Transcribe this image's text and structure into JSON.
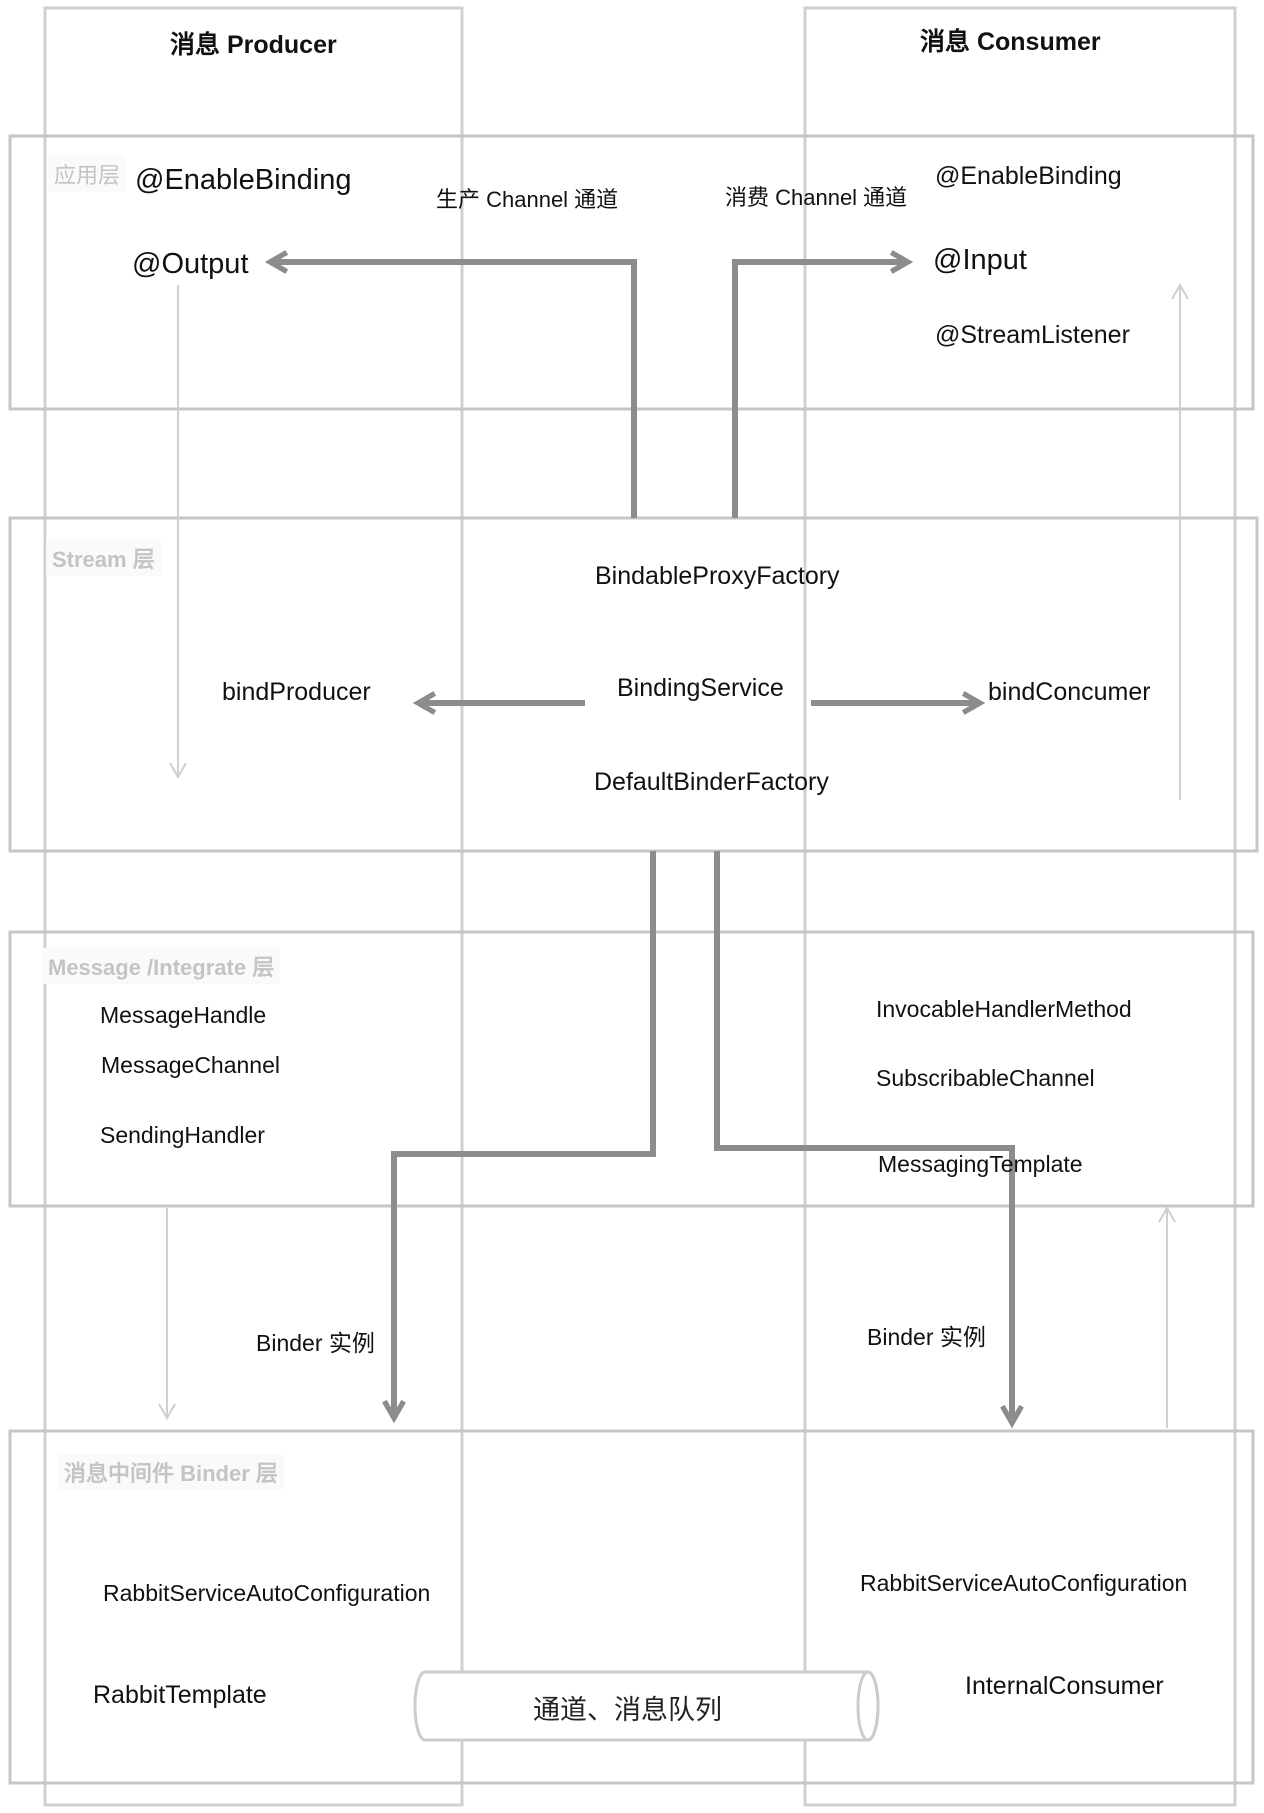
{
  "columns": {
    "producer": "消息 Producer",
    "consumer": "消息 Consumer"
  },
  "layers": {
    "app": "应用层",
    "stream": "Stream 层",
    "message": "Message /Integrate 层",
    "binder": "消息中间件 Binder 层"
  },
  "app_layer": {
    "producer_binding": "@EnableBinding",
    "producer_output": "@Output",
    "producer_channel": "生产 Channel 通道",
    "consumer_channel": "消费 Channel 通道",
    "consumer_binding": "@EnableBinding",
    "consumer_input": "@Input",
    "consumer_listener": "@StreamListener"
  },
  "stream_layer": {
    "proxy_factory": "BindableProxyFactory",
    "bind_producer": "bindProducer",
    "binding_service": "BindingService",
    "bind_consumer": "bindConcumer",
    "binder_factory": "DefaultBinderFactory"
  },
  "message_layer": {
    "producer_items": [
      "MessageHandle",
      "MessageChannel",
      "SendingHandler"
    ],
    "consumer_items": [
      "InvocableHandlerMethod",
      "SubscribableChannel",
      "MessagingTemplate"
    ]
  },
  "binder_instance": {
    "producer": "Binder 实例",
    "consumer": "Binder 实例"
  },
  "binder_layer": {
    "producer_config": "RabbitServiceAutoConfiguration",
    "producer_template": "RabbitTemplate",
    "queue": "通道、消息队列",
    "consumer_config": "RabbitServiceAutoConfiguration",
    "consumer_internal": "InternalConsumer"
  },
  "colors": {
    "frame": "#c8c8c8",
    "flow_arrow": "#8c8c8c",
    "light_arrow": "#d0d0d0"
  }
}
